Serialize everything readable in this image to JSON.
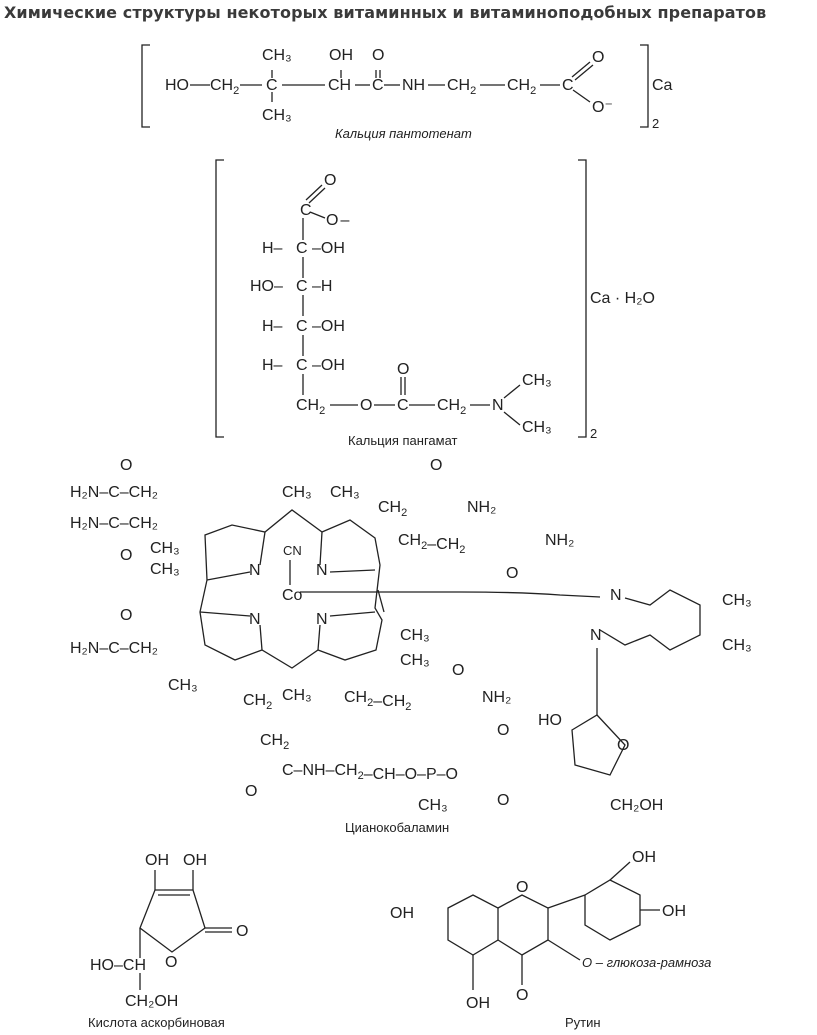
{
  "title": "Химические структуры некоторых витаминных и витаминоподобных препаратов",
  "compounds": {
    "pantothenate": {
      "caption": "Кальция пантотенат",
      "chain": "HO–CH₂–C–CH–C–NH–CH₂–CH₂–C",
      "methyl_top": "CH₃",
      "methyl_bottom": "CH₃",
      "hydroxyl": "OH",
      "amide_o": "O",
      "carboxyl_o": "O",
      "carboxylate_o": "O⁻",
      "counter_ion": "Ca",
      "multiplier": "2"
    },
    "pangamate": {
      "caption": "Кальция пангамат",
      "rows": [
        "H–C–OH",
        "HO–C–H",
        "H–C–OH",
        "H–C–OH"
      ],
      "tail": "CH₂–O–C–CH₂–N",
      "counter_ion": "Ca · H₂O",
      "multiplier": "2",
      "methyl": "CH₃"
    },
    "cyanocobalamin": {
      "caption": "Цианокобаламин",
      "metal": "Co",
      "ligand": "CN",
      "amide": "H₂N–C–CH₂",
      "amine": "NH₂",
      "methyl": "CH₃",
      "nitrogen": "N",
      "hydroxymethyl": "CH₂OH",
      "phosphate": "O–P–O"
    },
    "ascorbic_acid": {
      "caption": "Кислота аскорбиновая",
      "hydroxyl": "OH",
      "side_chain": "HO–CH",
      "terminal": "CH₂OH",
      "carbonyl": "O"
    },
    "rutin": {
      "caption": "Рутин",
      "hydroxyl": "OH",
      "sugar": "O – глюкоза-рамноза",
      "carbonyl": "O"
    }
  }
}
